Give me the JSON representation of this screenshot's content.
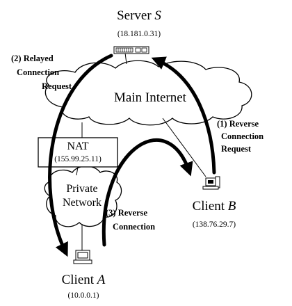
{
  "server": {
    "label": "Server ",
    "var": "S",
    "ip": "(18.181.0.31)"
  },
  "clientA": {
    "label": "Client ",
    "var": "A",
    "ip": "(10.0.0.1)"
  },
  "clientB": {
    "label": "Client ",
    "var": "B",
    "ip": "(138.76.29.7)"
  },
  "nat": {
    "label": "NAT",
    "ip": "(155.99.25.11)"
  },
  "internet_label": "Main Internet",
  "private_network": {
    "line1": "Private",
    "line2": "Network"
  },
  "annotations": {
    "step1": [
      "(1) Reverse",
      "Connection",
      "Request"
    ],
    "step2": [
      "(2) Relayed",
      "Connection",
      "Request"
    ],
    "step3": [
      "(3) Reverse",
      "Connection"
    ]
  }
}
